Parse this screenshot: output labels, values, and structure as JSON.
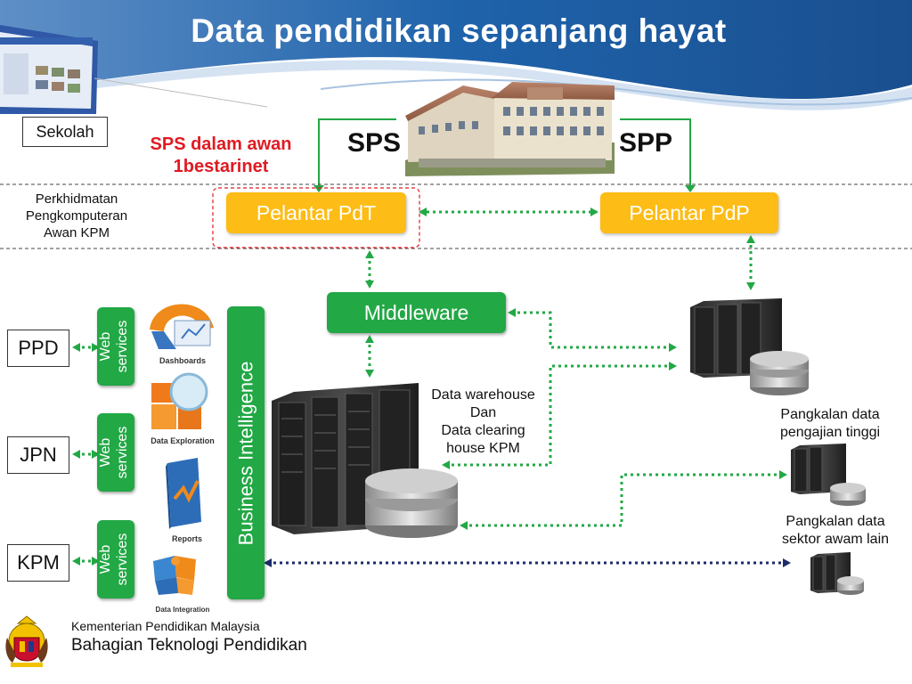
{
  "title": "Data pendidikan sepanjang hayat",
  "sekolah": "Sekolah",
  "sps_cloud": {
    "line1": "SPS dalam awan",
    "line2": "1bestarinet"
  },
  "sps": "SPS",
  "spp": "SPP",
  "perkhidmatan": {
    "line1": "Perkhidmatan",
    "line2": "Pengkomputeran",
    "line3": "Awan KPM"
  },
  "pelantar_pdt": "Pelantar  PdT",
  "pelantar_pdp": "Pelantar  PdP",
  "middleware": "Middleware",
  "entities": [
    "PPD",
    "JPN",
    "KPM"
  ],
  "web_services": {
    "line1": "Web",
    "line2": "services"
  },
  "bi_tools": [
    "Dashboards",
    "Data Exploration",
    "Reports",
    "Data Integration"
  ],
  "business_intelligence": "Business Intelligence",
  "data_warehouse": {
    "line1": "Data warehouse",
    "line2": "Dan",
    "line3": "Data clearing",
    "line4": "house KPM"
  },
  "pangkalan_tinggi": {
    "line1": "Pangkalan data",
    "line2": "pengajian tinggi"
  },
  "pangkalan_awam": {
    "line1": "Pangkalan data",
    "line2": "sektor awam lain"
  },
  "footer": {
    "ministry": "Kementerian Pendidikan Malaysia",
    "division": "Bahagian Teknologi Pendidikan"
  },
  "colors": {
    "green": "#22a845",
    "yellow": "#fdbc16",
    "red": "#e01a22",
    "blue_header": "#1b5fa7",
    "navy_arrow": "#1d2a6b"
  }
}
